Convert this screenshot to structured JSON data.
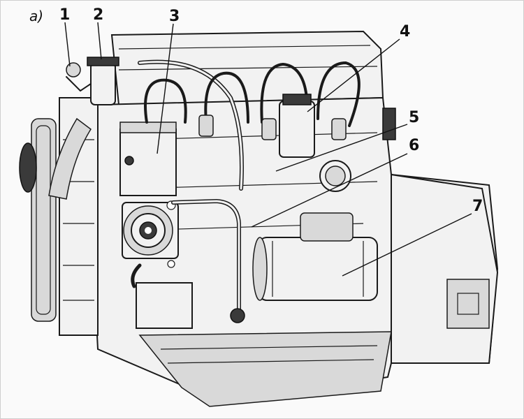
{
  "diagram": {
    "panel_label": "а)",
    "callouts": [
      {
        "id": "1",
        "label": "1"
      },
      {
        "id": "2",
        "label": "2"
      },
      {
        "id": "3",
        "label": "3"
      },
      {
        "id": "4",
        "label": "4"
      },
      {
        "id": "5",
        "label": "5"
      },
      {
        "id": "6",
        "label": "6"
      },
      {
        "id": "7",
        "label": "7"
      }
    ]
  }
}
